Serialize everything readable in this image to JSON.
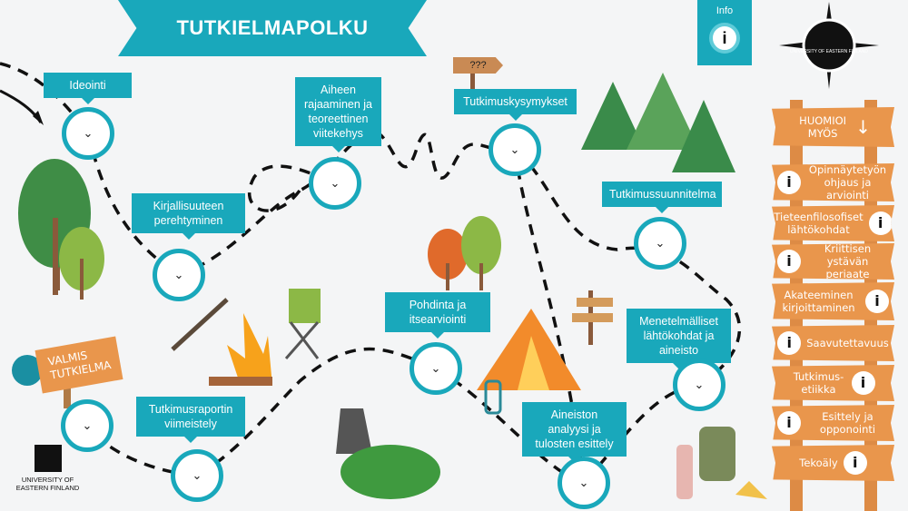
{
  "title": "TUTKIELMAPOLKU",
  "info": {
    "label": "Info",
    "icon": "i"
  },
  "path_nodes": [
    {
      "label": "Ideointi"
    },
    {
      "label": "Kirjallisuuteen perehtyminen"
    },
    {
      "label": "Aiheen rajaaminen ja teoreettinen viitekehys"
    },
    {
      "label": "Tutkimuskysymykset"
    },
    {
      "label": "Tutkimussuunnitelma"
    },
    {
      "label": "Menetelmälliset lähtökohdat ja aineisto"
    },
    {
      "label": "Aineiston analyysi ja tulosten esittely"
    },
    {
      "label": "Pohdinta ja itsearviointi"
    },
    {
      "label": "Tutkimusraportin viimeistely"
    }
  ],
  "chevron": "⌄",
  "finish_sign": {
    "line1": "VALMIS",
    "line2": "TUTKIELMA"
  },
  "signpost_question": "???",
  "signpost": {
    "header": "HUOMIOI MYÖS",
    "arrow": "↓",
    "items": [
      "Opinnäytetyön ohjaus ja arviointi",
      "Tieteenfilosofiset lähtökohdat",
      "Kriittisen ystävän periaate",
      "Akateeminen kirjoittaminen",
      "Saavutettavuus",
      "Tutkimus-etiikka",
      "Esittely ja opponointi",
      "Tekoäly"
    ]
  },
  "university": {
    "line1": "UNIVERSITY OF",
    "line2": "EASTERN FINLAND"
  },
  "colors": {
    "teal": "#19a8bb",
    "wood": "#e9964c"
  }
}
